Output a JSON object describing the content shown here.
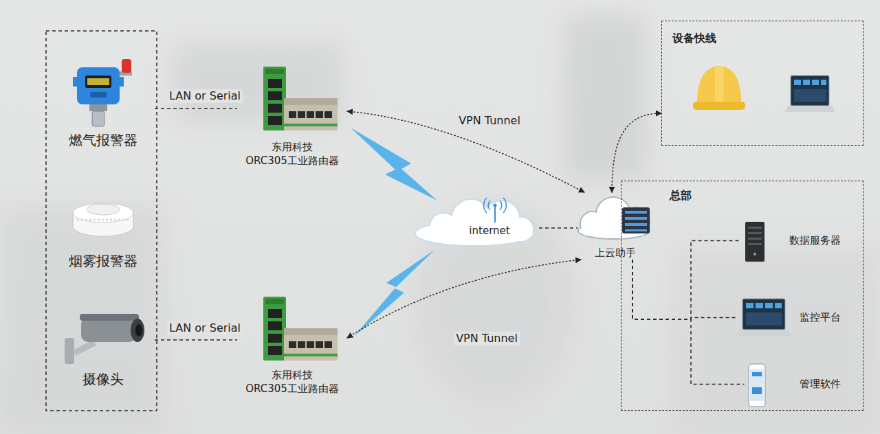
{
  "diagram": {
    "nodes": [
      {
        "text": [
          "燃气报警器"
        ]
      },
      {
        "text": [
          "烟雾报警器"
        ]
      },
      {
        "text": [
          "摄像头"
        ]
      },
      {
        "text": [
          "东用科技 ORC305工业路由器"
        ]
      },
      {
        "text": [
          "东用科技 ORC305工业路由器"
        ]
      },
      {
        "text": [
          "internet"
        ]
      },
      {
        "text": [
          "上云助手"
        ]
      },
      {
        "text": [
          "设备快线"
        ]
      },
      {
        "text": [
          "总部"
        ]
      },
      {
        "text": [
          "数据服务器"
        ],
        "in": 8
      },
      {
        "text": [
          "监控平台"
        ],
        "in": 8
      },
      {
        "text": [
          "管理软件"
        ],
        "in": 8
      }
    ],
    "edges": [
      {
        "from": 0,
        "to": 3,
        "label": "LAN or Serial",
        "arrow": "none"
      },
      {
        "from": 2,
        "to": 4,
        "label": "LAN or Serial",
        "arrow": "none"
      },
      {
        "from": 3,
        "to": 6,
        "label": "VPN Tunnel",
        "arrow": "both"
      },
      {
        "from": 4,
        "to": 6,
        "label": "VPN Tunnel",
        "arrow": "both"
      },
      {
        "from": 5,
        "to": 6,
        "arrow": "none"
      },
      {
        "from": 6,
        "to": 7,
        "arrow": "both"
      },
      {
        "from": 6,
        "to": 9,
        "arrow": "none"
      },
      {
        "from": 6,
        "to": 10,
        "arrow": "none"
      },
      {
        "from": 6,
        "to": 11,
        "arrow": "none"
      }
    ]
  }
}
